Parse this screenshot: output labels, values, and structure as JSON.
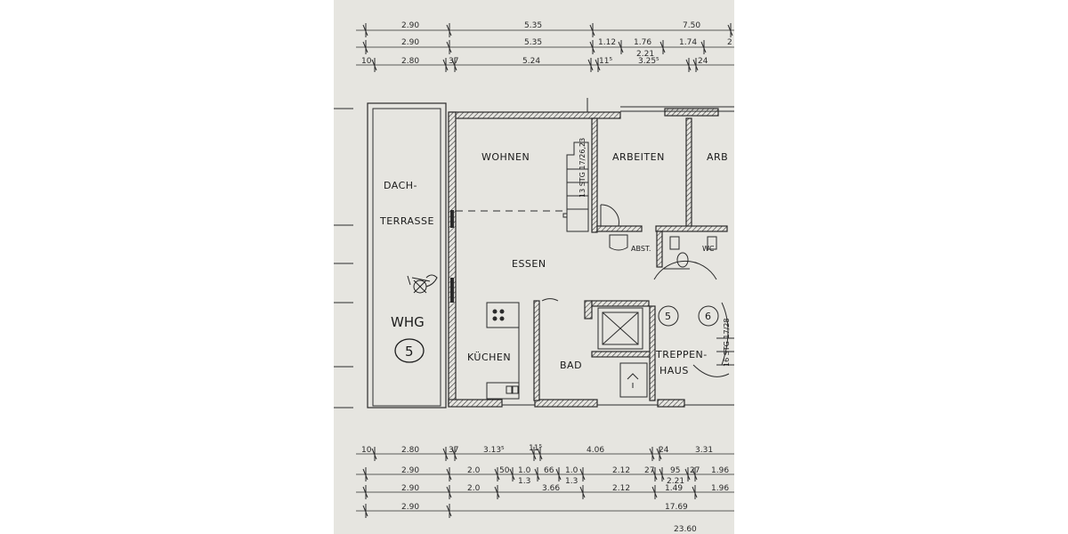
{
  "dimensions": {
    "top_row1": [
      "2.90",
      "5.35",
      "7.50"
    ],
    "top_row2": [
      "2.90",
      "5.35",
      "1.12",
      "1.76",
      "1.74",
      "2"
    ],
    "top_row2_sub": "2.21",
    "top_row3": [
      "10",
      "2.80",
      "37",
      "5.24",
      "11⁵",
      "3.25⁵",
      "24"
    ],
    "bottom_row1": [
      "10",
      "2.80",
      "37",
      "3.13⁵",
      "11⁵",
      "4.06",
      "24",
      "3.31"
    ],
    "bottom_row2": [
      "2.90",
      "2.0",
      "50",
      "1.0",
      "66",
      "1.0",
      "2.12",
      "27",
      "95",
      "27",
      "1.96"
    ],
    "bottom_row2_sub": [
      "1.3",
      "1.3",
      "2.21"
    ],
    "bottom_row3": [
      "2.90",
      "2.0",
      "3.66",
      "2.12",
      "1.49",
      "1.96"
    ],
    "bottom_row4": [
      "2.90",
      "17.69"
    ],
    "bottom_row5": "23.60"
  },
  "rooms": {
    "dachterrasse_1": "DACH-",
    "dachterrasse_2": "TERRASSE",
    "wohnen": "WOHNEN",
    "arbeiten1": "ARBEITEN",
    "arbeiten2": "ARB",
    "essen": "ESSEN",
    "kuchen": "KÜCHEN",
    "bad": "BAD",
    "treppenhaus_1": "TREPPEN-",
    "treppenhaus_2": "HAUS",
    "abst": "ABST.",
    "wc": "WC",
    "stair_a": "5",
    "stair_b": "6"
  },
  "handwritten": {
    "unit": "WHG",
    "unit_number": "5"
  },
  "stair_steps": "13 STG 17/26,23",
  "stair_steps_right": "16 STG 17/28"
}
